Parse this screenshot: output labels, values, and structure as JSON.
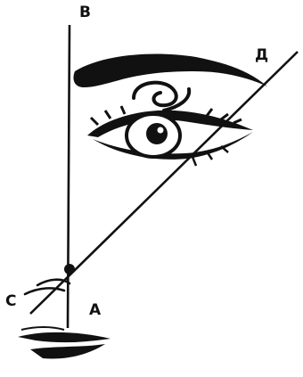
{
  "diagram": {
    "labels": {
      "b": "В",
      "d": "Д",
      "c": "С",
      "a": "А"
    }
  },
  "colors": {
    "ink": "#111111",
    "background": "#ffffff"
  }
}
